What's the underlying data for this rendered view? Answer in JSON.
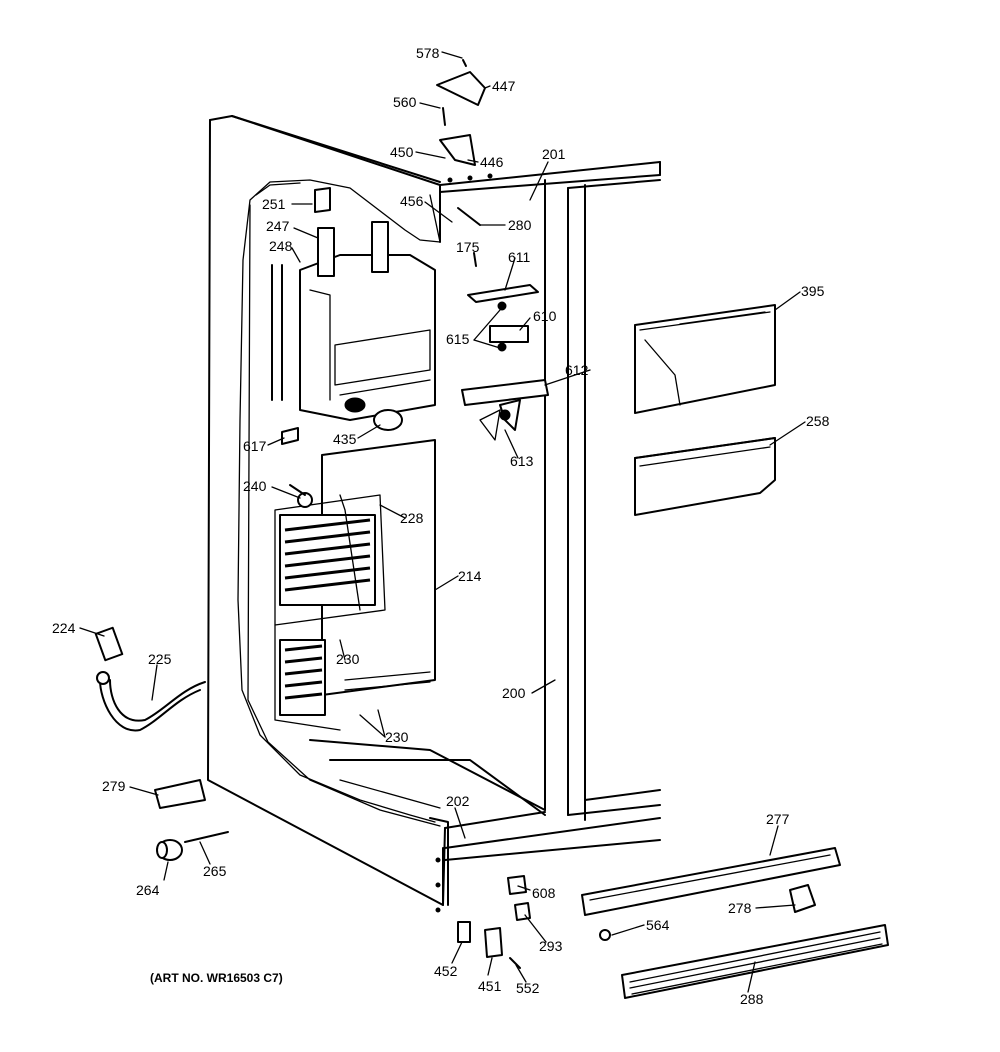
{
  "caption": "(ART NO. WR16503 C7)",
  "part_labels": {
    "p578": "578",
    "p447": "447",
    "p560": "560",
    "p450": "450",
    "p446": "446",
    "p201": "201",
    "p456": "456",
    "p280": "280",
    "p251": "251",
    "p247": "247",
    "p248": "248",
    "p175": "175",
    "p611": "611",
    "p395": "395",
    "p610": "610",
    "p615": "615",
    "p612": "612",
    "p435": "435",
    "p617": "617",
    "p258": "258",
    "p613": "613",
    "p240": "240",
    "p228": "228",
    "p214": "214",
    "p224": "224",
    "p225": "225",
    "p230a": "230",
    "p200": "200",
    "p230b": "230",
    "p279": "279",
    "p202": "202",
    "p277": "277",
    "p264": "264",
    "p265": "265",
    "p608": "608",
    "p278": "278",
    "p564": "564",
    "p293": "293",
    "p452": "452",
    "p451": "451",
    "p552": "552",
    "p288": "288"
  }
}
